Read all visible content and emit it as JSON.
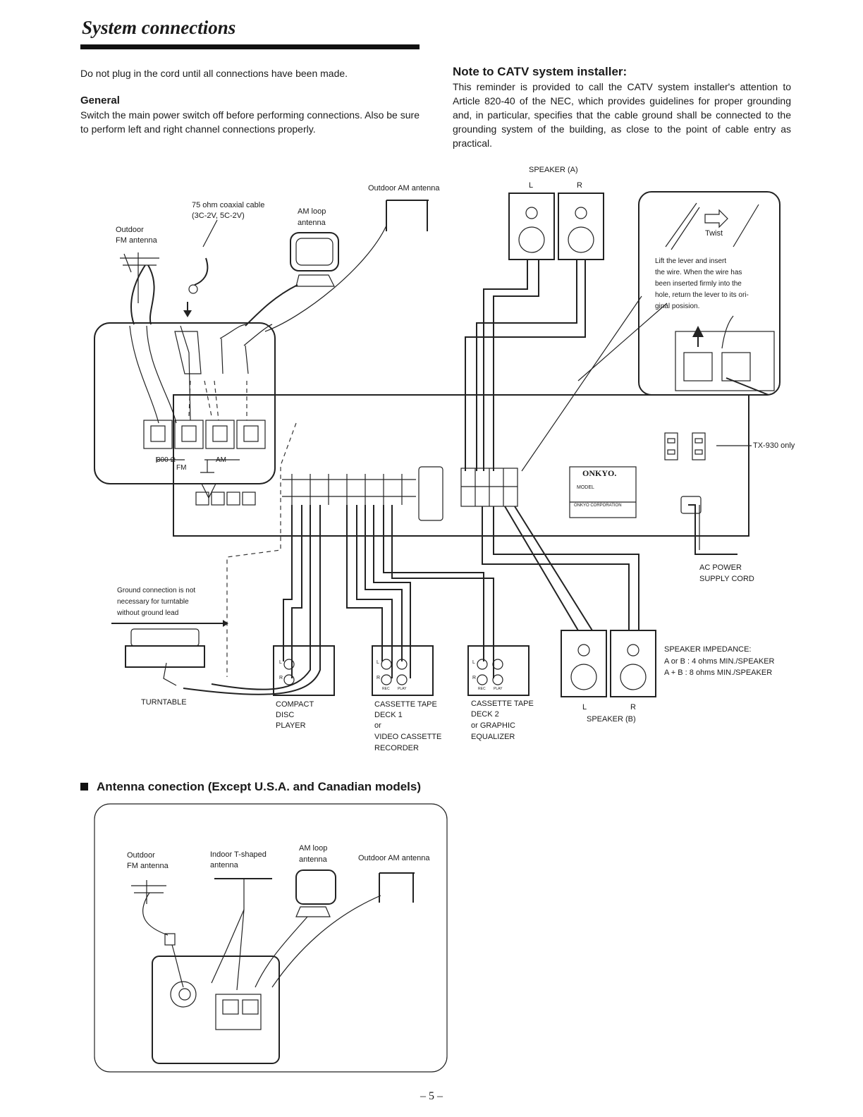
{
  "page": {
    "title": "System connections",
    "page_number": "– 5 –"
  },
  "intro": {
    "notice": "Do not plug in the cord until all connections have been made.",
    "general_heading": "General",
    "general_text": "Switch the main power switch off before performing connections. Also be sure to perform left and right channel connections properly."
  },
  "catv_note": {
    "heading": "Note to CATV system installer:",
    "text": "This reminder is provided to call the CATV system installer's attention to Article 820-40 of the NEC, which provides guidelines for proper grounding and, in particular, specifies that the cable ground shall be connected to the grounding system of the building, as close to the point of cable entry as practical."
  },
  "main_diagram": {
    "speaker_a": "SPEAKER (A)",
    "speaker_a_l": "L",
    "speaker_a_r": "R",
    "outdoor_am": "Outdoor AM antenna",
    "coax_line1": "75 ohm coaxial cable",
    "coax_line2": "(3C-2V, 5C-2V)",
    "am_loop_line1": "AM loop",
    "am_loop_line2": "antenna",
    "outdoor_fm_line1": "Outdoor",
    "outdoor_fm_line2": "FM antenna",
    "twist": "Twist",
    "lever_line1": "Lift the lever and insert",
    "lever_line2": "the wire. When the wire has",
    "lever_line3": "been inserted firmly into the",
    "lever_line4": "hole, return the lever to its ori-",
    "lever_line5": "ginal posision.",
    "tx930": "TX-930 only",
    "terminal_300": "300 Ω",
    "terminal_am": "AM",
    "terminal_fm": "FM",
    "brand": "ONKYO.",
    "model": "MODEL",
    "corp": "ONKYO CORPORATION",
    "ac_line1": "AC POWER",
    "ac_line2": "SUPPLY CORD",
    "ground_line1": "Ground connection is not",
    "ground_line2": "necessary for turntable",
    "ground_line3": "without ground lead",
    "turntable": "TURNTABLE",
    "cd_line1": "COMPACT",
    "cd_line2": "DISC",
    "cd_line3": "PLAYER",
    "deck1_line1": "CASSETTE TAPE",
    "deck1_line2": "DECK 1",
    "deck1_line3": "or",
    "deck1_line4": "VIDEO CASSETTE",
    "deck1_line5": "RECORDER",
    "deck2_line1": "CASSETTE TAPE",
    "deck2_line2": "DECK 2",
    "deck2_line3": "or GRAPHIC",
    "deck2_line4": "EQUALIZER",
    "imp_line1": "SPEAKER IMPEDANCE:",
    "imp_line2": "A or B : 4 ohms MIN./SPEAKER",
    "imp_line3": "A + B : 8 ohms MIN./SPEAKER",
    "speaker_b_l": "L",
    "speaker_b_r": "R",
    "speaker_b": "SPEAKER (B)",
    "jack_l": "L",
    "jack_r": "R",
    "rec": "REC",
    "play": "PLAY"
  },
  "antenna_section": {
    "heading": "Antenna conection (Except U.S.A. and Canadian models)",
    "outdoor_fm_line1": "Outdoor",
    "outdoor_fm_line2": "FM antenna",
    "indoor_t_line1": "Indoor T-shaped",
    "indoor_t_line2": "antenna",
    "am_loop_line1": "AM loop",
    "am_loop_line2": "antenna",
    "outdoor_am": "Outdoor AM antenna"
  }
}
